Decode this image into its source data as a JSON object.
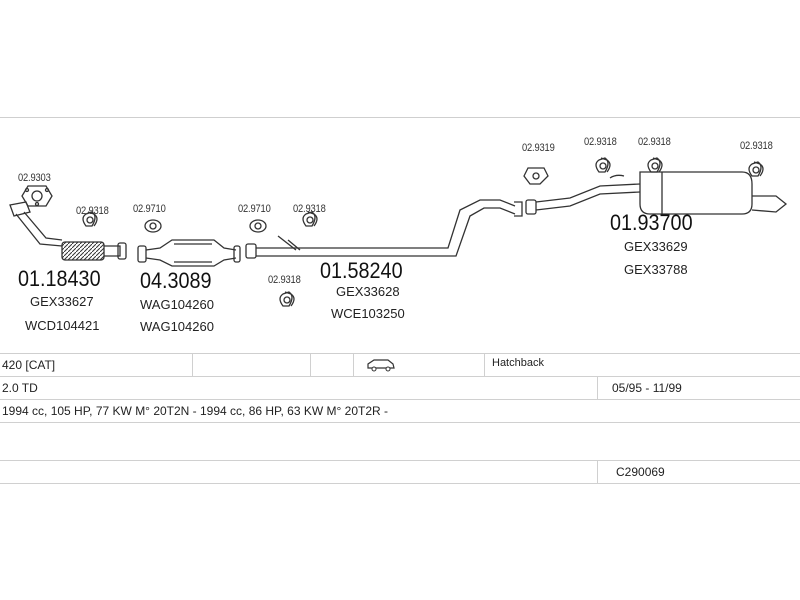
{
  "parts": {
    "manifold": {
      "code": "02.9303"
    },
    "front_pipe": {
      "clamp": "02.9318",
      "part_no": "01.18430",
      "ref1": "GEX33627",
      "ref2": "WCD104421"
    },
    "catalyst": {
      "gasket": "02.9710",
      "part_no": "04.3089",
      "ref1": "WAG104260",
      "ref2": "WAG104260"
    },
    "middle_pipe": {
      "gasket": "02.9710",
      "clamp_top": "02.9318",
      "clamp_bottom": "02.9318",
      "part_no": "01.58240",
      "ref1": "GEX33628",
      "ref2": "WCE103250"
    },
    "rear_silencer": {
      "gasket": "02.9319",
      "clamp1": "02.9318",
      "clamp2": "02.9318",
      "clamp3": "02.9318",
      "part_no": "01.93700",
      "ref1": "GEX33629",
      "ref2": "GEX33788"
    }
  },
  "table": {
    "row1": {
      "model": "420  [CAT]",
      "body": "Hatchback",
      "icon": "car-icon"
    },
    "row2": {
      "engine": "2.0 TD",
      "years": "05/95 - 11/99"
    },
    "row3": {
      "spec": "1994 cc, 105 HP, 77 KW M° 20T2N - 1994 cc, 86 HP, 63 KW M° 20T2R -"
    },
    "row5": {
      "code": "C290069"
    }
  }
}
